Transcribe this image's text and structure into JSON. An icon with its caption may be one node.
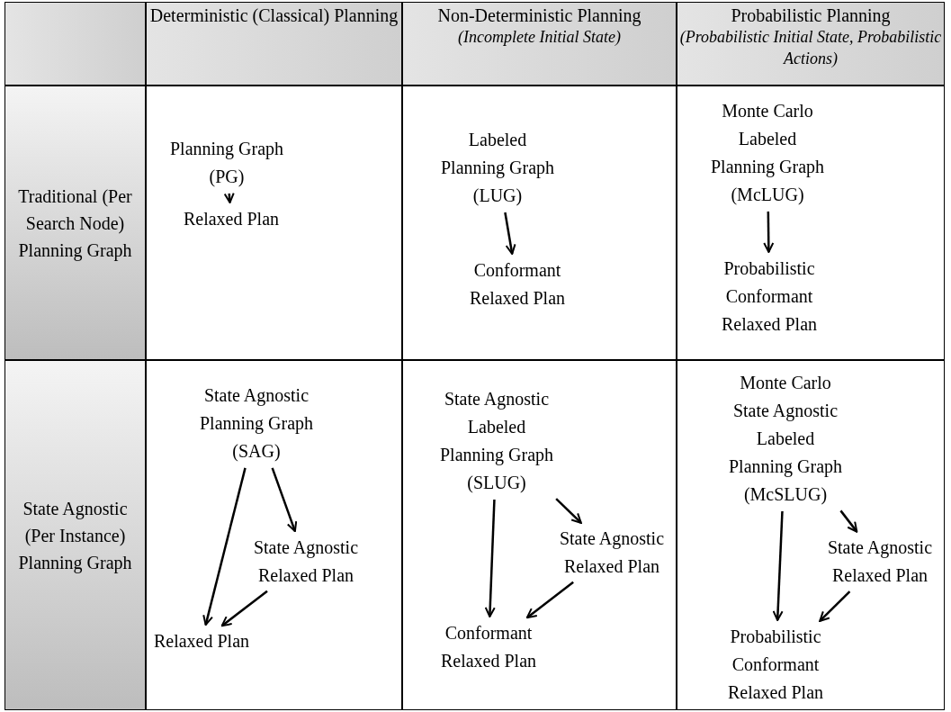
{
  "diagram": {
    "nodes": [
      {
        "text": [
          "Planning Graph (PG)"
        ]
      },
      {
        "text": [
          "Relaxed Plan"
        ]
      },
      {
        "text": [
          "Labeled Planning Graph (LUG)"
        ]
      },
      {
        "text": [
          "Conformant Relaxed Plan"
        ]
      },
      {
        "text": [
          "Monte Carlo Labeled Planning Graph (McLUG)"
        ]
      },
      {
        "text": [
          "Probabilistic Conformant Relaxed Plan"
        ]
      },
      {
        "text": [
          "State Agnostic Planning Graph (SAG)"
        ]
      },
      {
        "text": [
          "State Agnostic Relaxed Plan"
        ]
      },
      {
        "text": [
          "Relaxed Plan"
        ]
      },
      {
        "text": [
          "State Agnostic Labeled Planning Graph (SLUG)"
        ]
      },
      {
        "text": [
          "State Agnostic Relaxed Plan"
        ]
      },
      {
        "text": [
          "Conformant Relaxed Plan"
        ]
      },
      {
        "text": [
          "Monte Carlo State Agnostic Labeled Planning Graph (McSLUG)"
        ]
      },
      {
        "text": [
          "State Agnostic Relaxed Plan"
        ]
      },
      {
        "text": [
          "Probabilistic Conformant Relaxed Plan"
        ]
      }
    ],
    "edges": [
      {
        "from": 0,
        "to": 1,
        "arrow": "to"
      },
      {
        "from": 2,
        "to": 3,
        "arrow": "to"
      },
      {
        "from": 4,
        "to": 5,
        "arrow": "to"
      },
      {
        "from": 6,
        "to": 7,
        "arrow": "to"
      },
      {
        "from": 6,
        "to": 8,
        "arrow": "to"
      },
      {
        "from": 7,
        "to": 8,
        "arrow": "to"
      },
      {
        "from": 9,
        "to": 10,
        "arrow": "to"
      },
      {
        "from": 9,
        "to": 11,
        "arrow": "to"
      },
      {
        "from": 10,
        "to": 11,
        "arrow": "to"
      },
      {
        "from": 12,
        "to": 13,
        "arrow": "to"
      },
      {
        "from": 12,
        "to": 14,
        "arrow": "to"
      },
      {
        "from": 13,
        "to": 14,
        "arrow": "to"
      }
    ],
    "labels": [
      "Deterministic (Classical) Planning",
      "Non-Deterministic Planning *(Incomplete Initial State)*",
      "Probabilistic Planning *(Probabilistic Initial State, Probabilistic Actions)*",
      "Traditional (Per Search Node) Planning Graph",
      "State Agnostic (Per Instance) Planning Graph"
    ]
  }
}
